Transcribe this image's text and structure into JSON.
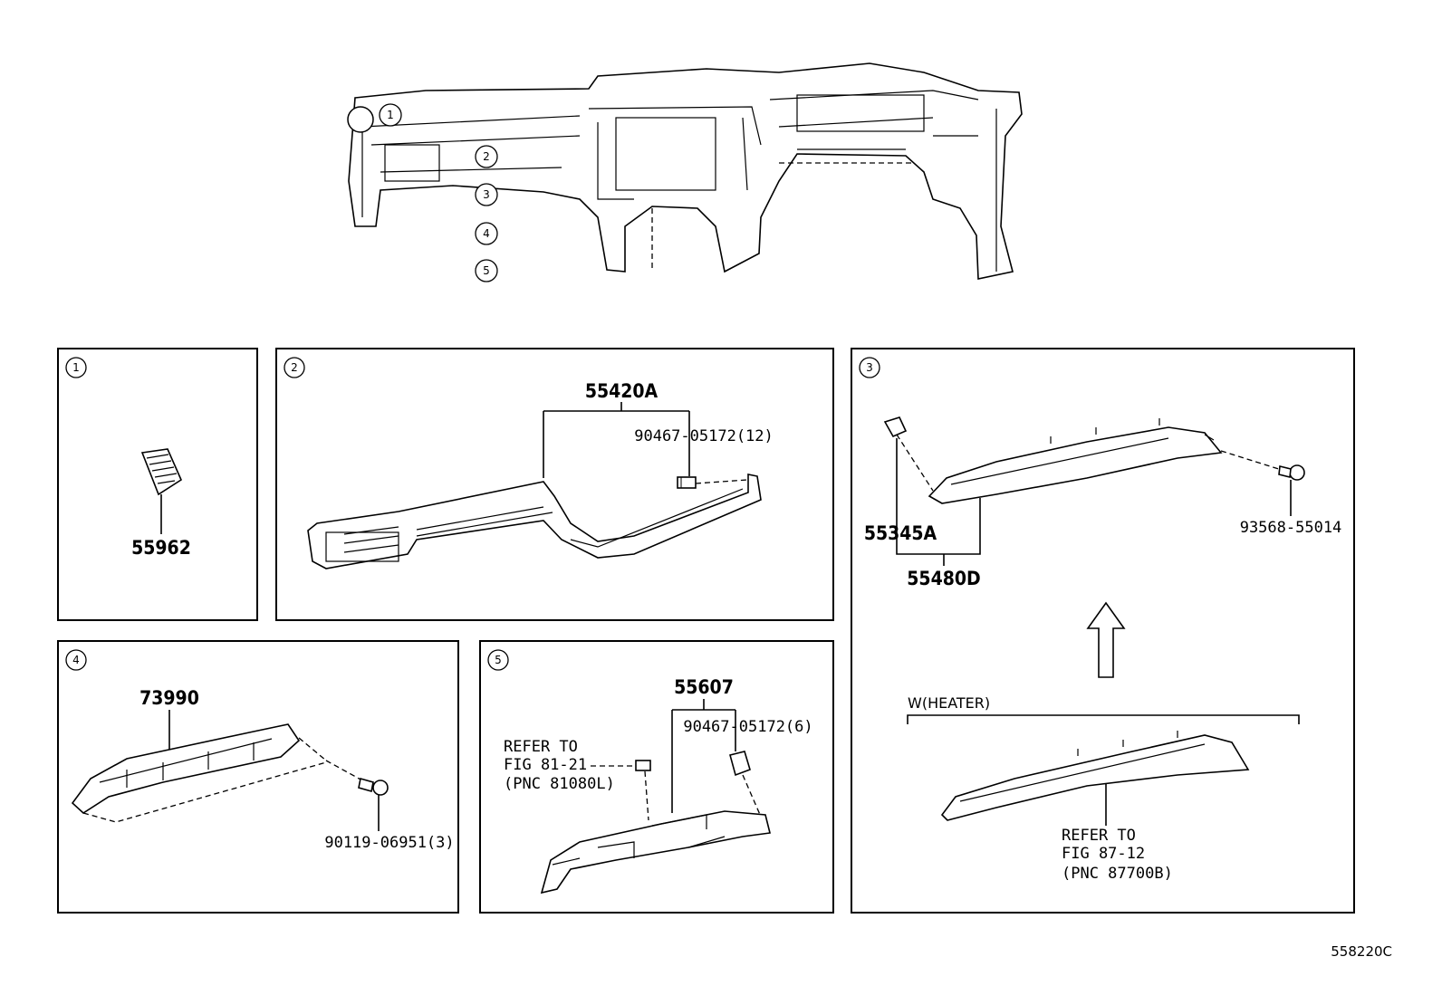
{
  "figure_id": "558220C",
  "callouts": [
    "1",
    "2",
    "3",
    "4",
    "5"
  ],
  "panels": {
    "p1": {
      "number": "1",
      "parts": [
        "55962"
      ]
    },
    "p2": {
      "number": "2",
      "parts": [
        "55420A",
        "90467-05172(12)"
      ]
    },
    "p3": {
      "number": "3",
      "parts": [
        "55345A",
        "55480D",
        "93568-55014"
      ],
      "condition": "W(HEATER)",
      "refer": [
        "REFER TO",
        "FIG 87-12",
        "(PNC 87700B)"
      ]
    },
    "p4": {
      "number": "4",
      "parts": [
        "73990",
        "90119-06951(3)"
      ]
    },
    "p5": {
      "number": "5",
      "parts": [
        "55607",
        "90467-05172(6)"
      ],
      "refer": [
        "REFER TO",
        "FIG 81-21",
        "(PNC 81080L)"
      ]
    }
  },
  "icons": [
    "dashboard-overview-illustration",
    "vent-icon",
    "arrow-up-icon",
    "bolt-icon",
    "clip-icon"
  ]
}
